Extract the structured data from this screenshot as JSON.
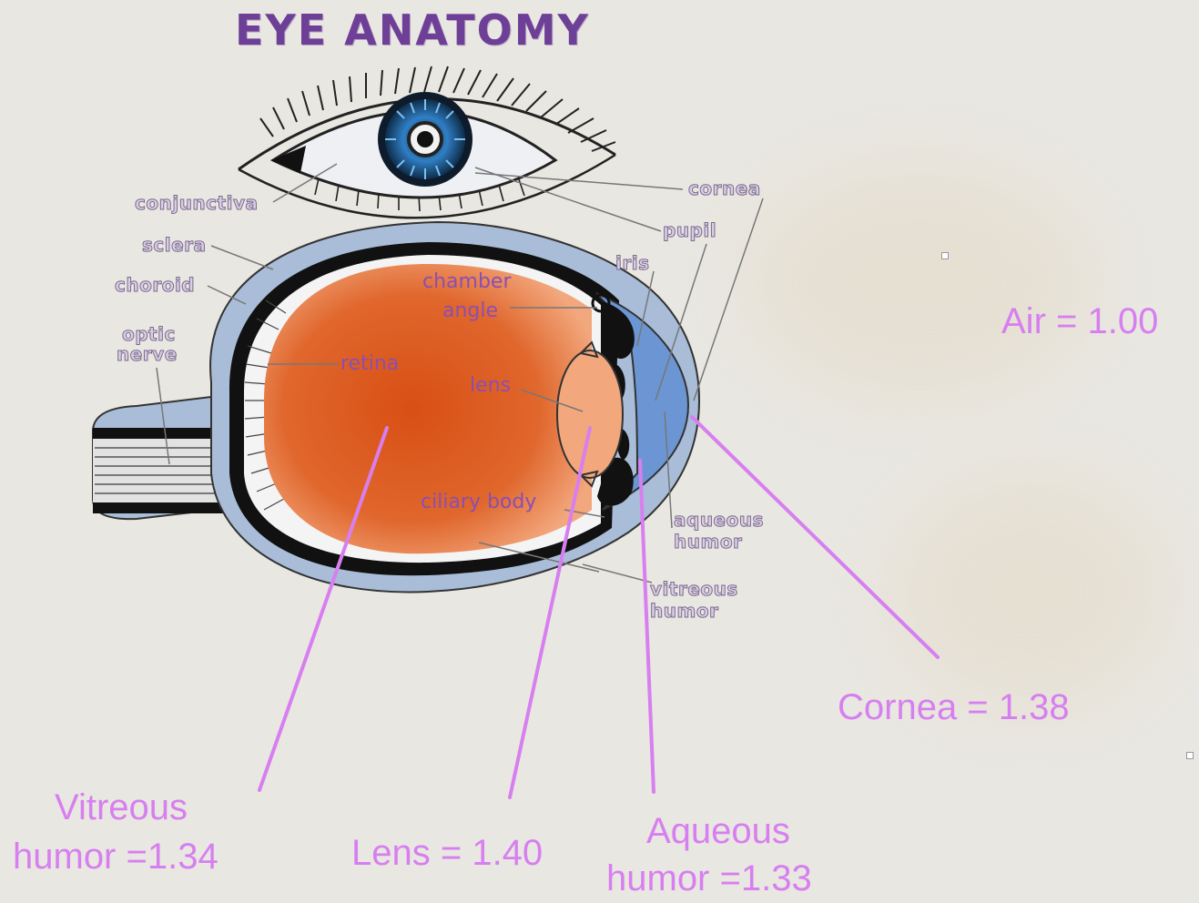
{
  "title": "EYE ANATOMY",
  "structure_labels": {
    "conjunctiva": "conjunctiva",
    "sclera": "sclera",
    "choroid": "choroid",
    "optic_nerve_1": "optic",
    "optic_nerve_2": "nerve",
    "cornea": "cornea",
    "pupil": "pupil",
    "iris": "iris",
    "aqueous_humor_1": "aqueous",
    "aqueous_humor_2": "humor",
    "vitreous_humor_1": "vitreous",
    "vitreous_humor_2": "humor"
  },
  "inner_labels": {
    "chamber_1": "chamber",
    "chamber_2": "angle",
    "retina": "retina",
    "lens": "lens",
    "ciliary_body": "ciliary body"
  },
  "refractive_indices": {
    "air": "Air = 1.00",
    "cornea": "Cornea = 1.38",
    "vitreous_1": "Vitreous",
    "vitreous_2": "humor =1.34",
    "lens": "Lens = 1.40",
    "aqueous_1": "Aqueous",
    "aqueous_2": "humor =1.33"
  },
  "colors": {
    "title": "#6e3f96",
    "callout": "#d77ff0",
    "eyeball": "#d65a22",
    "sclera": "#a9bdd8",
    "cornea_fill": "#6b96d3"
  }
}
